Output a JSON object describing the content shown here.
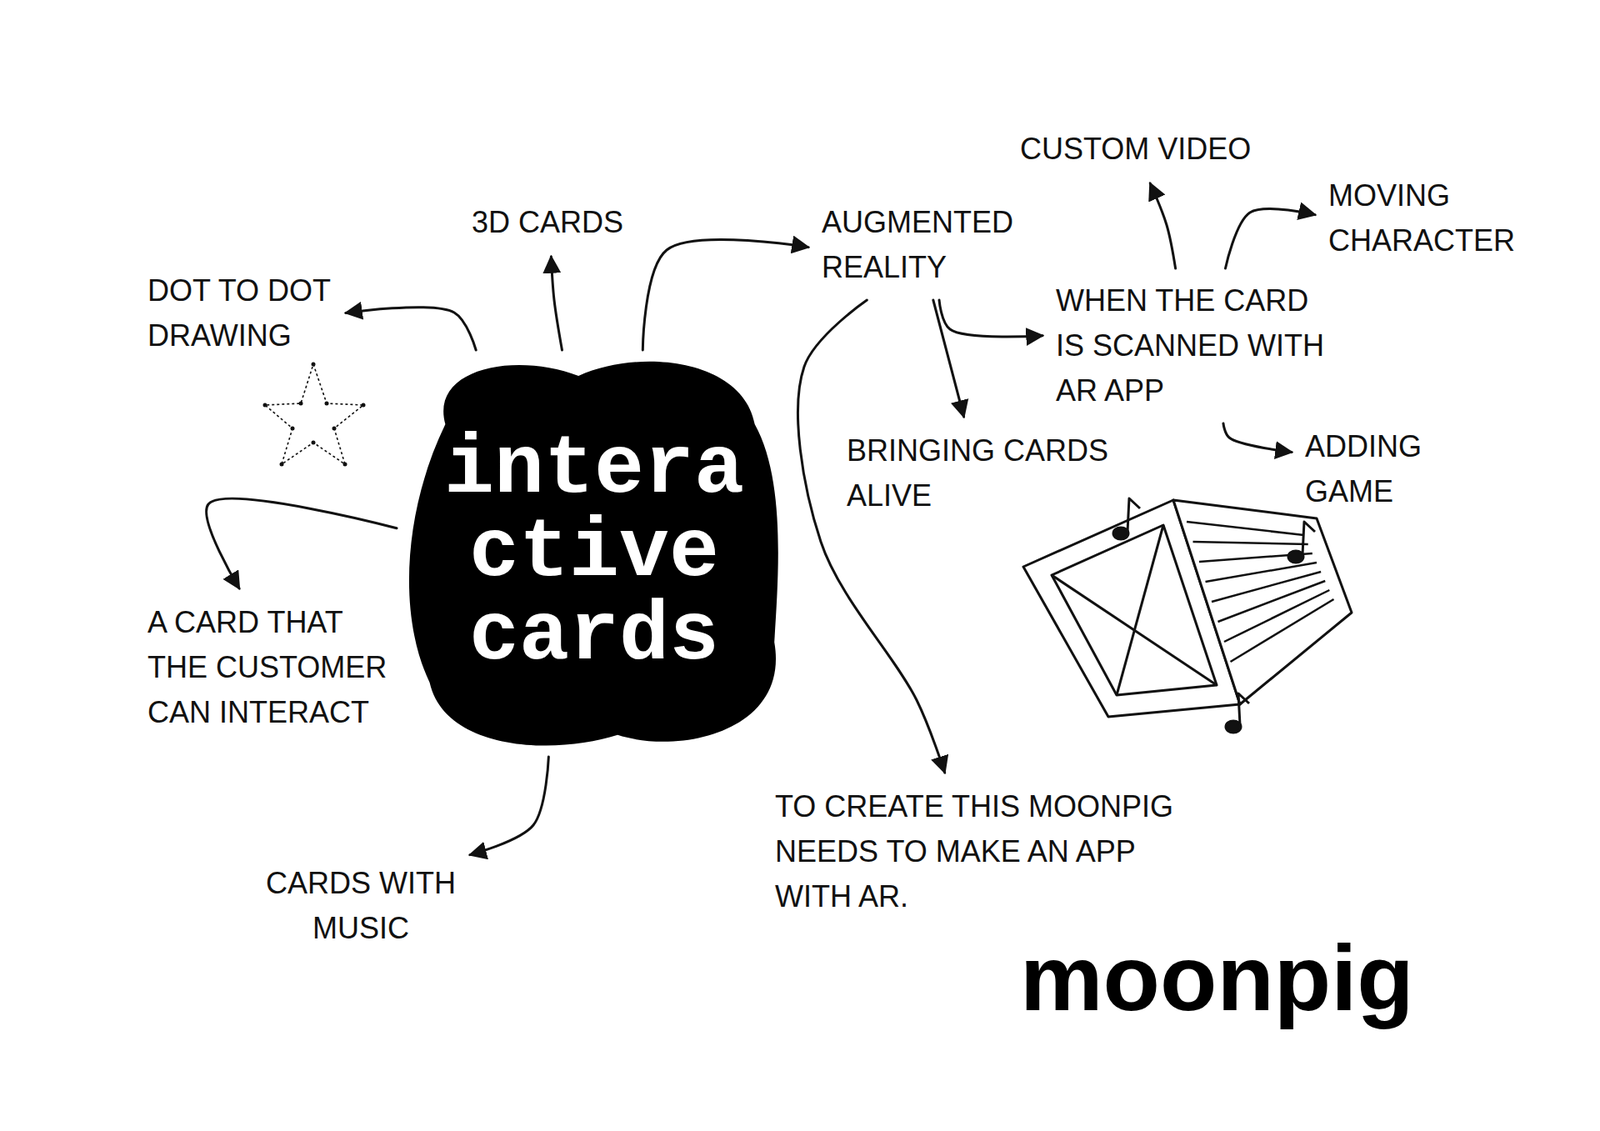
{
  "diagram": {
    "nodes": [
      {
        "text": [
          "interactive cards"
        ]
      },
      {
        "text": [
          "DOT TO DOT DRAWING"
        ]
      },
      {
        "text": [
          "3D CARDS"
        ]
      },
      {
        "text": [
          "AUGMENTED REALITY"
        ]
      },
      {
        "text": [
          "CUSTOM VIDEO"
        ]
      },
      {
        "text": [
          "MOVING CHARACTER"
        ]
      },
      {
        "text": [
          "WHEN THE CARD IS SCANNED WITH AR APP"
        ]
      },
      {
        "text": [
          "ADDING GAME"
        ]
      },
      {
        "text": [
          "BRINGING CARDS ALIVE"
        ]
      },
      {
        "text": [
          "A CARD THAT THE CUSTOMER CAN INTERACT"
        ]
      },
      {
        "text": [
          "TO CREATE THIS MOONPIG NEEDS TO MAKE AN APP WITH AR."
        ]
      },
      {
        "text": [
          "CARDS WITH MUSIC"
        ]
      }
    ],
    "edges": [
      {
        "from": 0,
        "to": 1,
        "arrow": "to"
      },
      {
        "from": 0,
        "to": 2,
        "arrow": "to"
      },
      {
        "from": 0,
        "to": 3,
        "arrow": "to"
      },
      {
        "from": 0,
        "to": 9,
        "arrow": "to"
      },
      {
        "from": 0,
        "to": 11,
        "arrow": "to"
      },
      {
        "from": 3,
        "to": 8,
        "arrow": "to"
      },
      {
        "from": 3,
        "to": 6,
        "arrow": "to"
      },
      {
        "from": 3,
        "to": 10,
        "arrow": "to"
      },
      {
        "from": 6,
        "to": 4,
        "arrow": "to"
      },
      {
        "from": 6,
        "to": 5,
        "arrow": "to"
      },
      {
        "from": 6,
        "to": 7,
        "arrow": "to"
      }
    ],
    "labels": [
      "moonpig"
    ]
  }
}
